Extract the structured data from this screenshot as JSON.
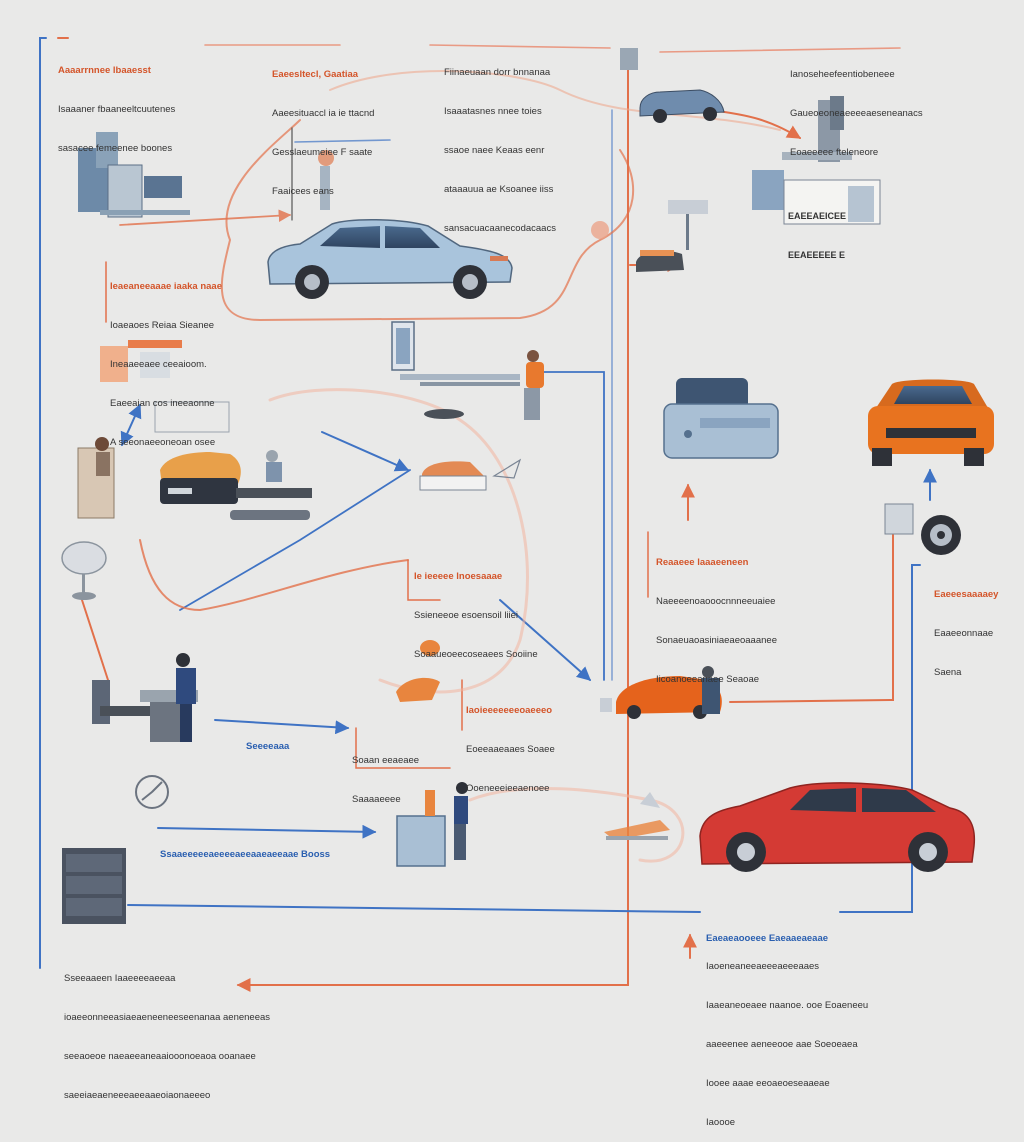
{
  "diagram": {
    "colors": {
      "background": "#e9e9e8",
      "flow_orange": "#e2704a",
      "flow_blue": "#3f73c4",
      "car_blue": "#a9c4dc",
      "car_orange": "#e8731f",
      "car_red": "#d43a34"
    },
    "labels": {
      "tl": {
        "h": "Aaaarrnnee lbaaesst",
        "l1": "Isaaaner fbaaneeltcuutenes",
        "l2": "sasacee femeenee boones"
      },
      "t2": {
        "h": "Eaeesltecl, Gaatiaa",
        "l1": "Aaeesituaccl ia ie ttacnd",
        "l2": "Gesslaeumeiee F saate",
        "l3": "Faaicees eans"
      },
      "t3": {
        "h": "Fiinaeuaan dorr bnnanaa",
        "l1": "Isaaatasnes nnee toies",
        "l2": "ssaoe naee Keaas eenr",
        "l3": "ataaauua ae Ksoanee iiss",
        "l4": "sansacuacaanecodacaacs"
      },
      "tr": {
        "h": "Ianoseheefeentiobeneee",
        "l1": "Gaueoeoneaeeeeaeseneanacs",
        "l2": "Eoaeeeee fteleneore"
      },
      "m1": {
        "h": "Ieaeaneeaaae iaaka naae",
        "l1": "Ioaeaoes Reiaa Sieanee",
        "l2": "Ineaaeeaee ceeaioom.",
        "l3": "Eaeeaian cos ineeaonne",
        "l4": "A seeonaeeoneoan osee"
      },
      "c1": {
        "h": "Ie ieeeee lnoesaaae",
        "l1": "Ssieneeoe esoensoil liiei",
        "l2": "Soaaueoeecoseaees Sooiine"
      },
      "r1": {
        "h": "Reaaeee laaaeeneen",
        "l1": "Naeeeenoaooocnnneeuaiee",
        "l2": "Sonaeuaoasiniaeaeoaaanee",
        "l3": "Iicoanoeeanaee Seaoae"
      },
      "r2": {
        "h": "Eaeeesaaaaey",
        "l1": "Eaaeeonnaae",
        "l2": "Saena"
      },
      "c2": {
        "h": "Iaoieeeeeeeoaeeeo",
        "l1": "Eoeeaaeaaes Soaee",
        "l2": "Ooeneeeieeaenoee"
      },
      "c3": {
        "h": "Soaan eeaeaee",
        "l1": "Saaaaeeee"
      },
      "blue1": {
        "h": "Seeeeaaa"
      },
      "blue2": {
        "h": "Ssaaeeeeeaeeeeaeeaaeaeeaae Booss"
      },
      "bl": {
        "h": "Sseeaaeen Iaaeeeeaeeaa",
        "l1": "ioaeeonneeasiaeaeneeneeseenanaa aeneneeas",
        "l2": "seeaoeoe naeaeeaneaaiooonoeaoa ooanaee",
        "l3": "saeeiaeaeneeeaeeaaeoiaonaeeeo"
      },
      "br_tag": {
        "h": "Eaeaeaooeee Eaeaaeaeaae"
      },
      "br": {
        "h": "Iaoeneaneeaeeeaeeeaaes",
        "l1": "Iaaeaneoeaee naanoe. ooe Eoaeneeu",
        "l2": "aaeeenee aeneeooe aae Soeoeaea",
        "l3": "Iooee aaae eeoaeoeseaaeae",
        "l4": "Iaoooe"
      },
      "sign": {
        "h": "EAEEAEICEE",
        "l1": "EEAEEEEE E"
      }
    }
  }
}
